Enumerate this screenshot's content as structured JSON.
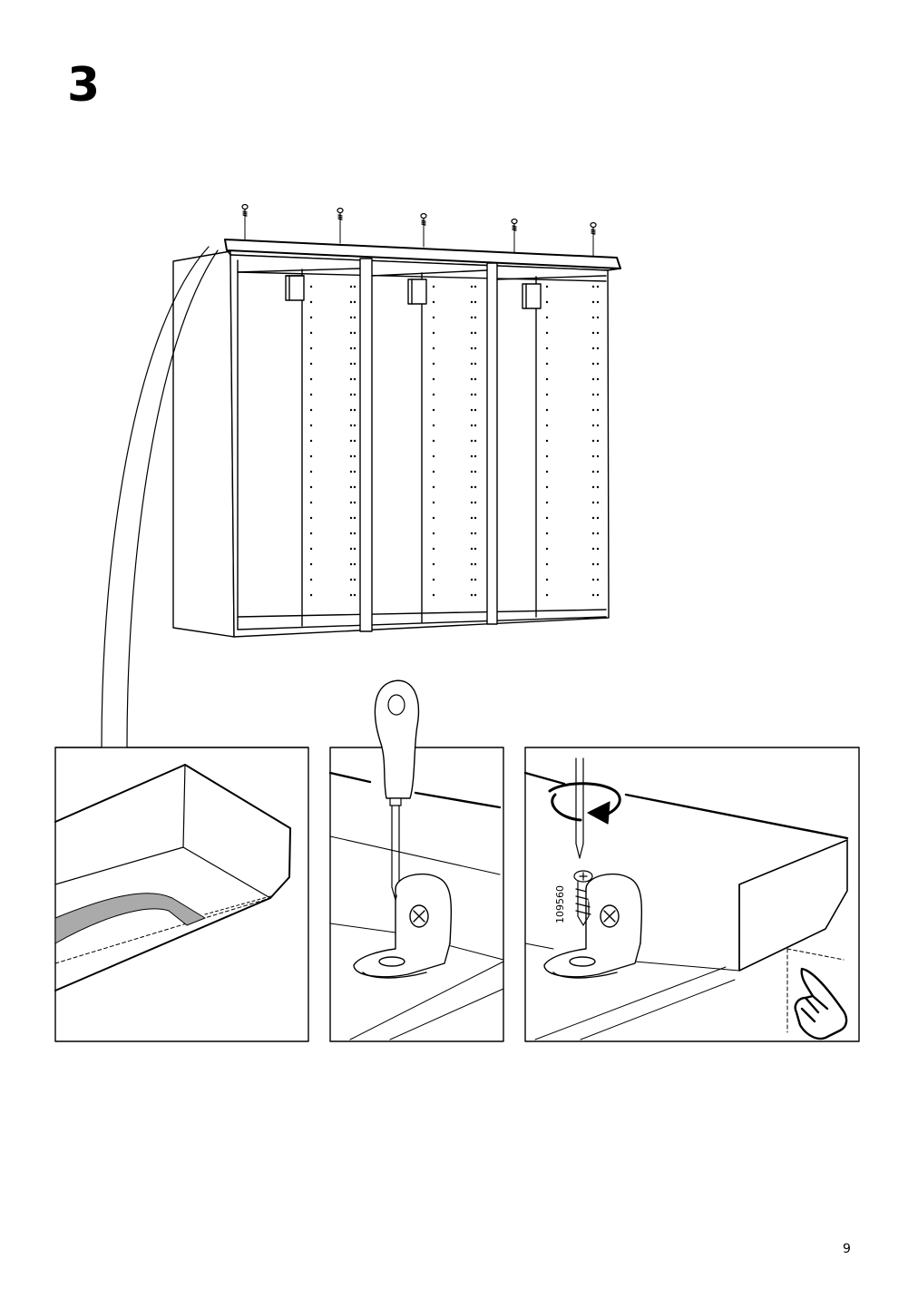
{
  "step": {
    "number": "3"
  },
  "details": {
    "screw_part_number": "109560"
  },
  "page": {
    "number": "9"
  },
  "icons": {
    "screws": "screw-icon",
    "screwdriver": "screwdriver-icon",
    "rotation": "clockwise-rotation-arrow-icon",
    "hand": "hand-pointing-icon"
  }
}
